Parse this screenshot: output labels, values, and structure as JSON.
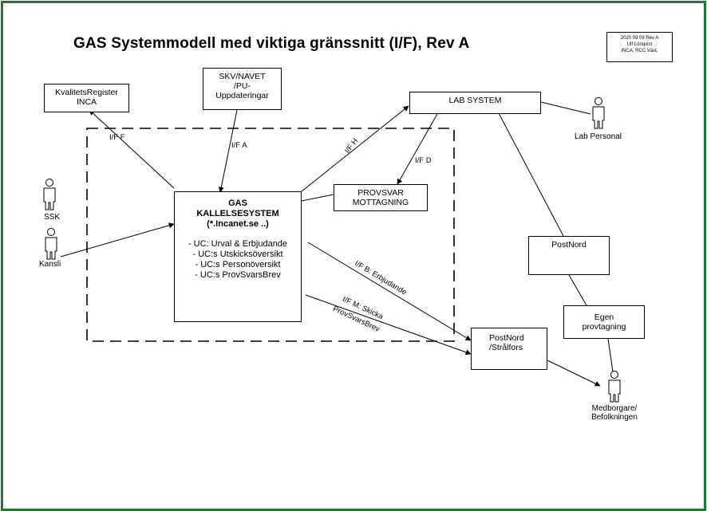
{
  "title": "GAS Systemmodell med viktiga gränssnitt (I/F), Rev A",
  "note": [
    "2020 09 09 Rev A",
    "Ulf Lönqvist",
    "INCA, RCC Väst,"
  ],
  "boxes": {
    "kvalitets": [
      "KvalitetsRegister",
      "INCA"
    ],
    "skv": [
      "SKV/NAVET",
      "/PU-",
      "Uppdateringar"
    ],
    "lab": [
      "LAB SYSTEM"
    ],
    "provsvar": [
      "PROVSVAR",
      "MOTTAGNING"
    ],
    "gas_title": [
      "GAS",
      "KALLELSESYSTEM",
      "(*.Incanet.se ..)"
    ],
    "gas_uc": [
      "- UC: Urval & Erbjudande",
      "- UC:s Utskicksöversikt",
      "- UC:s Personöversikt",
      "- UC:s ProvSvarsBrev"
    ],
    "postnord_top": [
      "PostNord"
    ],
    "egen": [
      "Egen",
      "provtagning"
    ],
    "postnord_stralfors": [
      "PostNord",
      "/Strålfors"
    ]
  },
  "interfaces": {
    "f": "I/F  F",
    "a": "I/F  A",
    "h": "I/F  H",
    "d": "I/F  D",
    "b": "I/F B: Erbjudande",
    "m1": "I/F M: Skicka",
    "m2": "ProvSvarsBrev"
  },
  "actors": {
    "ssk": "SSK",
    "kansli": "Kansli",
    "lab_personal": "Lab Personal",
    "medborgare": [
      "Medborgare/",
      "Befolkningen"
    ]
  },
  "colors": {
    "frame": "#1e7a2c"
  }
}
